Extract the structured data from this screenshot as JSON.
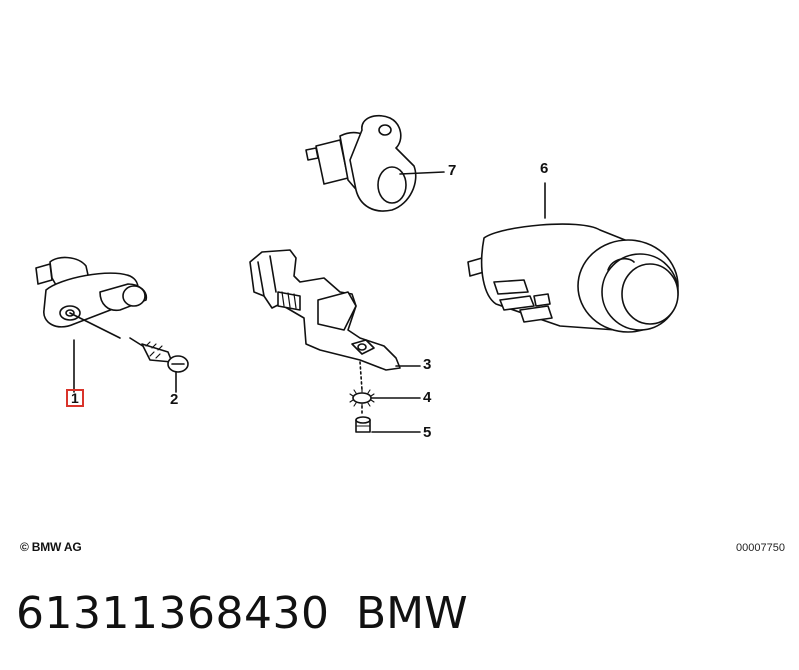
{
  "callouts": [
    {
      "id": "1",
      "label": "1",
      "highlighted": true
    },
    {
      "id": "2",
      "label": "2"
    },
    {
      "id": "3",
      "label": "3"
    },
    {
      "id": "4",
      "label": "4"
    },
    {
      "id": "5",
      "label": "5"
    },
    {
      "id": "6",
      "label": "6"
    },
    {
      "id": "7",
      "label": "7"
    }
  ],
  "footer": {
    "copyright": "© BMW AG",
    "image_code": "00007750"
  },
  "caption": {
    "part_number": "61311368430",
    "brand": "BMW"
  },
  "colors": {
    "line": "#111111",
    "highlight_box": "#d9342b"
  }
}
